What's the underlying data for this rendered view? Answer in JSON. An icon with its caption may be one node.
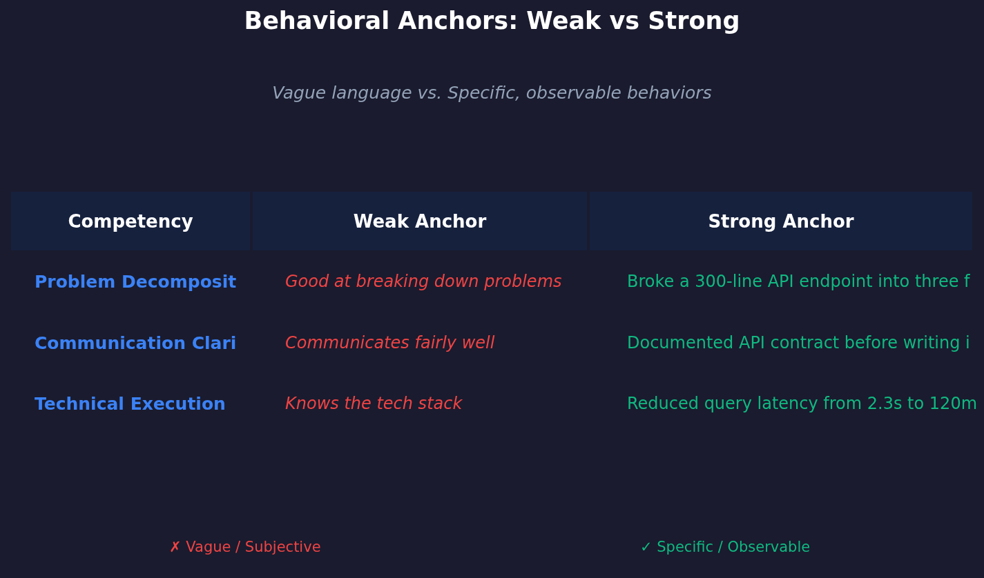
{
  "diagram": {
    "title": "Behavioral Anchors: Weak vs Strong",
    "labels": [
      "Vague language vs. Specific, observable behaviors",
      "Competency",
      "Weak Anchor",
      "Strong Anchor",
      "Problem Decomposit",
      "Good at breaking down problems",
      "Broke a 300-line API endpoint into three f",
      "Communication Clari",
      "Communicates fairly well",
      "Documented API contract before writing i",
      "Technical Execution",
      "Knows the tech stack",
      "Reduced query latency from 2.3s to 120m",
      "✗ Vague / Subjective",
      "✓ Specific / Observable"
    ]
  }
}
